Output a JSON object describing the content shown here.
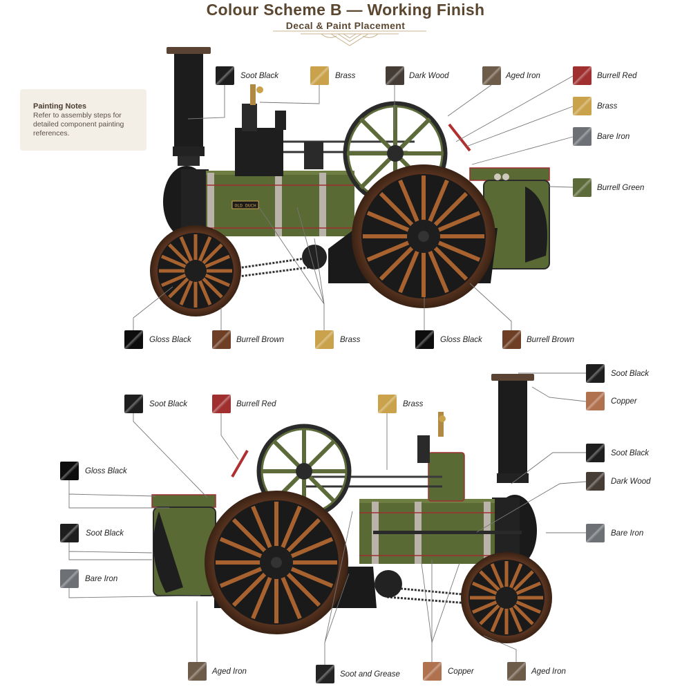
{
  "header": {
    "title": "Colour Scheme B — Working Finish",
    "subtitle": "Decal & Paint Placement"
  },
  "notes": {
    "title": "Painting Notes",
    "body": "Refer to assembly steps for detailed component painting references."
  },
  "decal": {
    "nameplate": "OLD DUCH"
  },
  "colors": {
    "soot_black": "#1e1e1e",
    "brass": "#c9a24b",
    "dark_wood": "#463c36",
    "aged_iron": "#6e5c4a",
    "burrell_red": "#a03030",
    "bare_iron": "#6d7175",
    "burrell_green": "#5d6b3a",
    "gloss_black": "#0d0d0d",
    "burrell_brown": "#6e3f25",
    "copper": "#b0714e",
    "soot_and_grease": "#232323"
  },
  "top_view": {
    "callouts": [
      {
        "label": "Soot Black",
        "color": "soot_black",
        "icon": "soot-black-swatch"
      },
      {
        "label": "Brass",
        "color": "brass",
        "icon": "brass-swatch"
      },
      {
        "label": "Dark Wood",
        "color": "dark_wood",
        "icon": "dark-wood-swatch"
      },
      {
        "label": "Aged Iron",
        "color": "aged_iron",
        "icon": "aged-iron-swatch"
      },
      {
        "label": "Burrell Red",
        "color": "burrell_red",
        "icon": "burrell-red-swatch"
      },
      {
        "label": "Brass",
        "color": "brass",
        "icon": "brass-swatch"
      },
      {
        "label": "Bare Iron",
        "color": "bare_iron",
        "icon": "bare-iron-swatch"
      },
      {
        "label": "Burrell Green",
        "color": "burrell_green",
        "icon": "burrell-green-swatch"
      },
      {
        "label": "Gloss Black",
        "color": "gloss_black",
        "icon": "gloss-black-swatch"
      },
      {
        "label": "Burrell Brown",
        "color": "burrell_brown",
        "icon": "burrell-brown-swatch"
      },
      {
        "label": "Brass",
        "color": "brass",
        "icon": "brass-swatch"
      },
      {
        "label": "Gloss Black",
        "color": "gloss_black",
        "icon": "gloss-black-swatch"
      },
      {
        "label": "Burrell Brown",
        "color": "burrell_brown",
        "icon": "burrell-brown-swatch"
      }
    ]
  },
  "bottom_view": {
    "callouts": [
      {
        "label": "Soot Black",
        "color": "soot_black",
        "icon": "soot-black-swatch"
      },
      {
        "label": "Copper",
        "color": "copper",
        "icon": "copper-swatch"
      },
      {
        "label": "Soot Black",
        "color": "soot_black",
        "icon": "soot-black-swatch"
      },
      {
        "label": "Burrell Red",
        "color": "burrell_red",
        "icon": "burrell-red-swatch"
      },
      {
        "label": "Brass",
        "color": "brass",
        "icon": "brass-swatch"
      },
      {
        "label": "Soot Black",
        "color": "soot_black",
        "icon": "soot-black-swatch"
      },
      {
        "label": "Dark Wood",
        "color": "dark_wood",
        "icon": "dark-wood-swatch"
      },
      {
        "label": "Gloss Black",
        "color": "gloss_black",
        "icon": "gloss-black-swatch"
      },
      {
        "label": "Bare Iron",
        "color": "bare_iron",
        "icon": "bare-iron-swatch"
      },
      {
        "label": "Soot Black",
        "color": "soot_black",
        "icon": "soot-black-swatch"
      },
      {
        "label": "Bare Iron",
        "color": "bare_iron",
        "icon": "bare-iron-swatch"
      },
      {
        "label": "Aged Iron",
        "color": "aged_iron",
        "icon": "aged-iron-swatch"
      },
      {
        "label": "Soot and Grease",
        "color": "soot_and_grease",
        "icon": "soot-and-grease-swatch"
      },
      {
        "label": "Copper",
        "color": "copper",
        "icon": "copper-swatch"
      },
      {
        "label": "Aged Iron",
        "color": "aged_iron",
        "icon": "aged-iron-swatch"
      }
    ]
  }
}
